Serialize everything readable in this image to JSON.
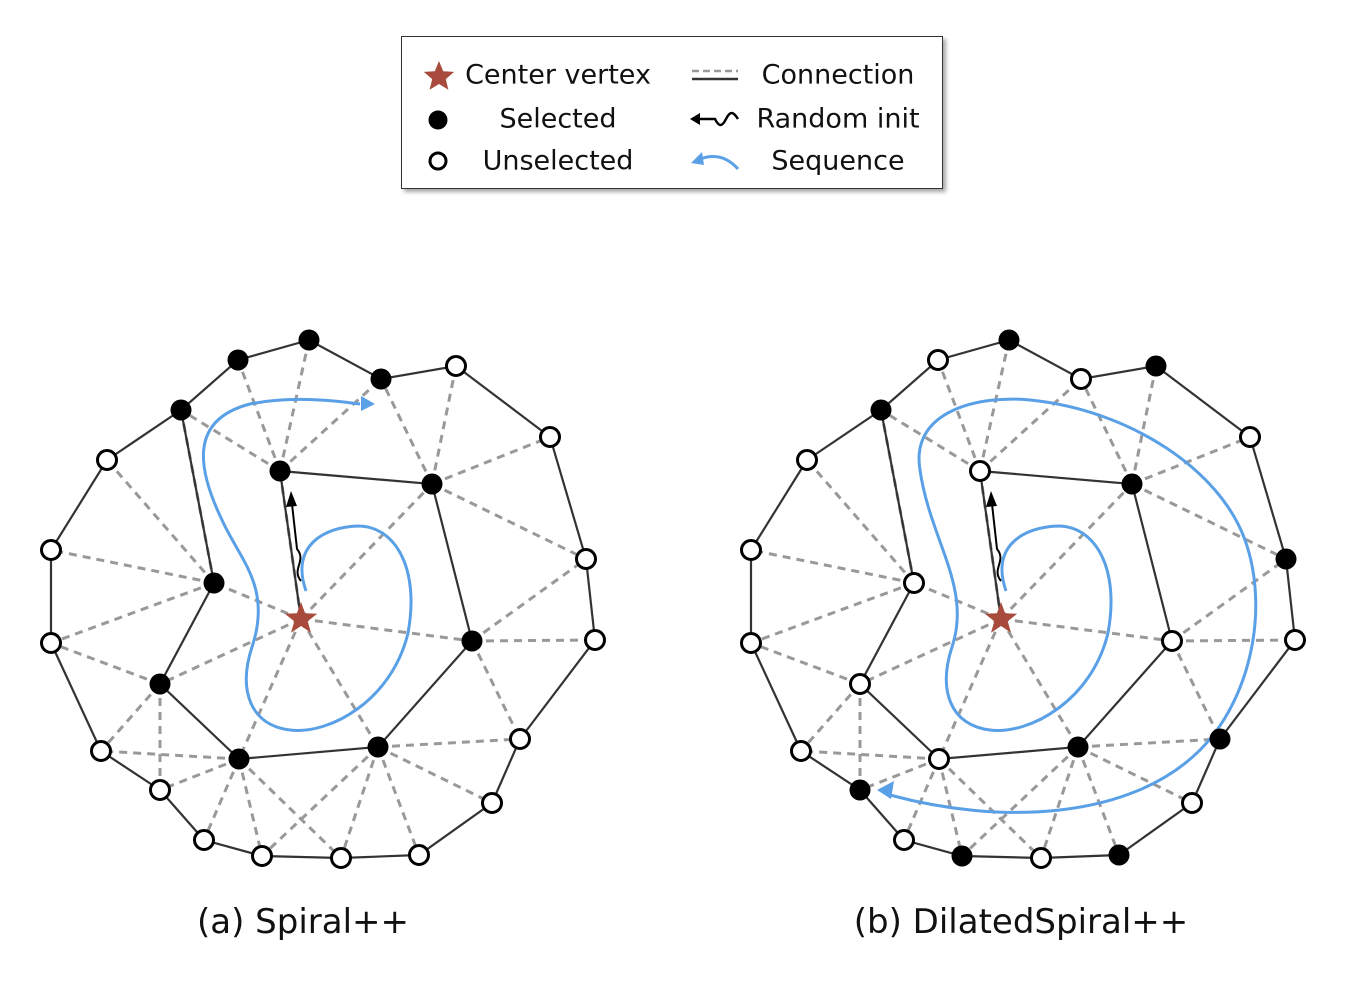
{
  "legend": {
    "center_vertex": "Center vertex",
    "selected": "Selected",
    "unselected": "Unselected",
    "connection": "Connection",
    "random_init": "Random init",
    "sequence": "Sequence"
  },
  "captions": {
    "a": "(a) Spiral++",
    "b": "(b) DilatedSpiral++"
  },
  "colors": {
    "star": "#a84b3c",
    "sequence": "#5aa0e6",
    "connection": "#999999",
    "edge": "#333333"
  },
  "diagrams": {
    "a": {
      "ring1_filled": [
        true,
        true,
        true,
        true,
        true,
        true
      ],
      "ring2_filled": [
        true,
        true,
        true,
        true,
        true,
        true,
        true,
        true,
        true,
        true,
        true
      ],
      "ring3_filled": [
        false,
        false,
        false,
        false,
        false,
        false,
        false,
        false,
        false,
        false,
        false,
        false,
        false,
        false,
        false
      ]
    },
    "b": {
      "ring1_filled": [
        false,
        true,
        false,
        true,
        false,
        false
      ],
      "ring2_filled": [
        false,
        true,
        false,
        true,
        false,
        true,
        false,
        true,
        false,
        true,
        false
      ],
      "ring3_filled": [
        false,
        true,
        false,
        true,
        false,
        true,
        false,
        true,
        false,
        true,
        false,
        true,
        false,
        true,
        false
      ]
    }
  }
}
